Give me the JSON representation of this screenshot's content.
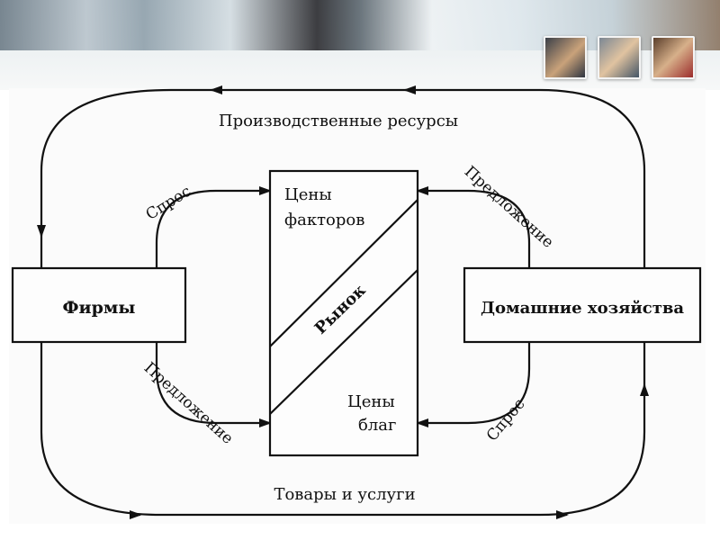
{
  "diagram": {
    "top_flow_label": "Производственные ресурсы",
    "bottom_flow_label": "Товары и услуги",
    "firms_label": "Фирмы",
    "households_label": "Домашние хозяйства",
    "market_label": "Рынок",
    "factor_prices_line1": "Цены",
    "factor_prices_line2": "факторов",
    "goods_prices_line1": "Цены",
    "goods_prices_line2": "благ",
    "firms_demand_label": "Спрос",
    "firms_supply_label": "Предложение",
    "households_supply_label": "Предложение",
    "households_demand_label": "Спрос"
  }
}
